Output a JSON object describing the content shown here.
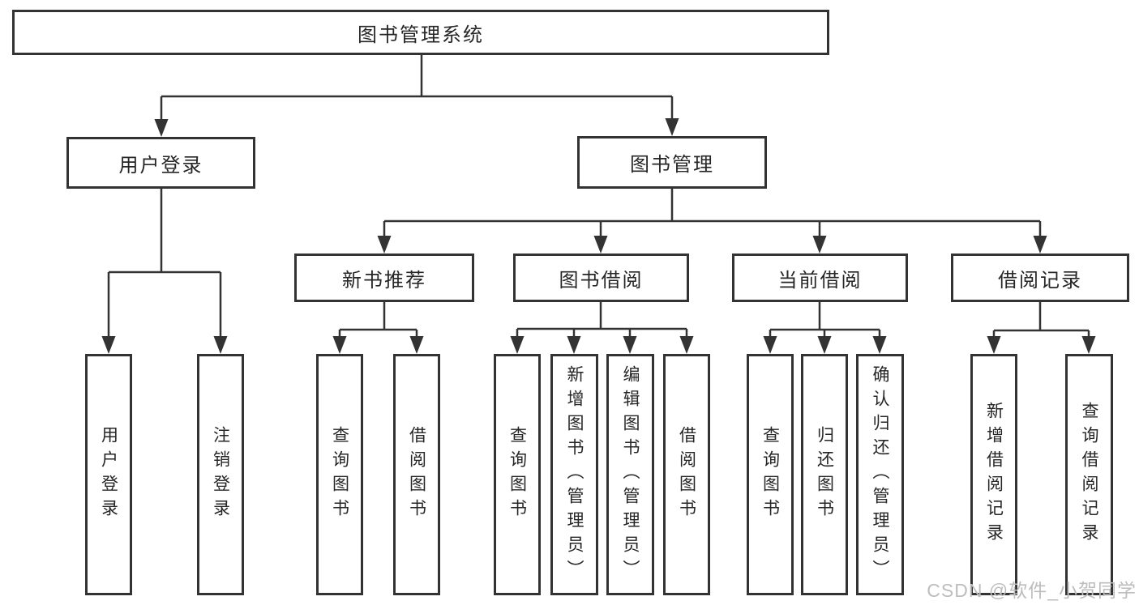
{
  "tree": {
    "label": "图书管理系统",
    "children": [
      {
        "label": "用户登录",
        "children": [
          {
            "label": "用户登录"
          },
          {
            "label": "注销登录"
          }
        ]
      },
      {
        "label": "图书管理",
        "children": [
          {
            "label": "新书推荐",
            "children": [
              {
                "label": "查询图书"
              },
              {
                "label": "借阅图书"
              }
            ]
          },
          {
            "label": "图书借阅",
            "children": [
              {
                "label": "查询图书"
              },
              {
                "label": "新增图书（管理员）"
              },
              {
                "label": "编辑图书（管理员）"
              },
              {
                "label": "借阅图书"
              }
            ]
          },
          {
            "label": "当前借阅",
            "children": [
              {
                "label": "查询图书"
              },
              {
                "label": "归还图书"
              },
              {
                "label": "确认归还（管理员）"
              }
            ]
          },
          {
            "label": "借阅记录",
            "children": [
              {
                "label": "新增借阅记录"
              },
              {
                "label": "查询借阅记录"
              }
            ]
          }
        ]
      }
    ]
  },
  "watermark": {
    "text": "CSDN @软件_小贺同学"
  },
  "colors": {
    "line": "#333333",
    "text": "#262626",
    "watermark": "#bdbdbd",
    "background": "#ffffff"
  }
}
